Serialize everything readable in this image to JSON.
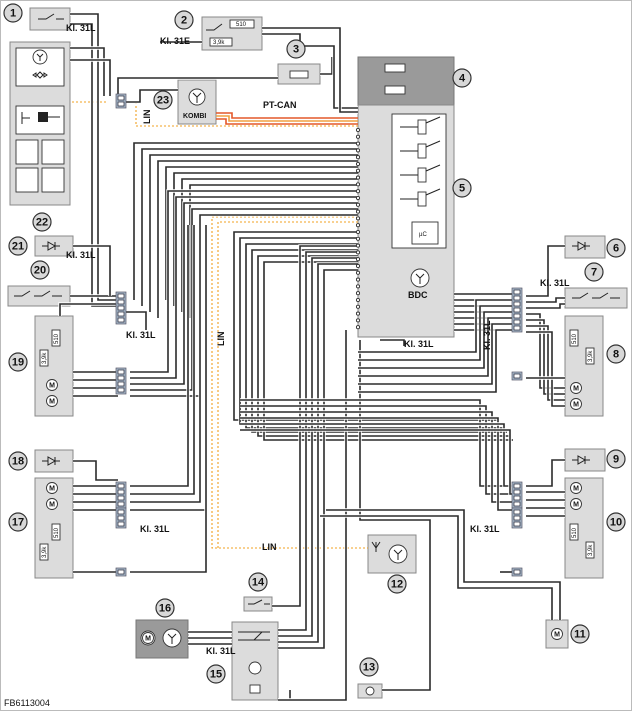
{
  "diagram": {
    "figure_id": "FB6113004",
    "labels": {
      "kl31l": "Kl. 31L",
      "kl31e": "Kl. 31E",
      "pt_can": "PT-CAN",
      "lin": "LIN",
      "kombi": "KOMBI",
      "bdc": "BDC",
      "uc": "µC",
      "r510": "510",
      "r39k": "3,9k",
      "motor": "M"
    },
    "components": [
      "1",
      "2",
      "3",
      "4",
      "5",
      "6",
      "7",
      "8",
      "9",
      "10",
      "11",
      "12",
      "13",
      "14",
      "15",
      "16",
      "17",
      "18",
      "19",
      "20",
      "21",
      "22",
      "23"
    ]
  }
}
